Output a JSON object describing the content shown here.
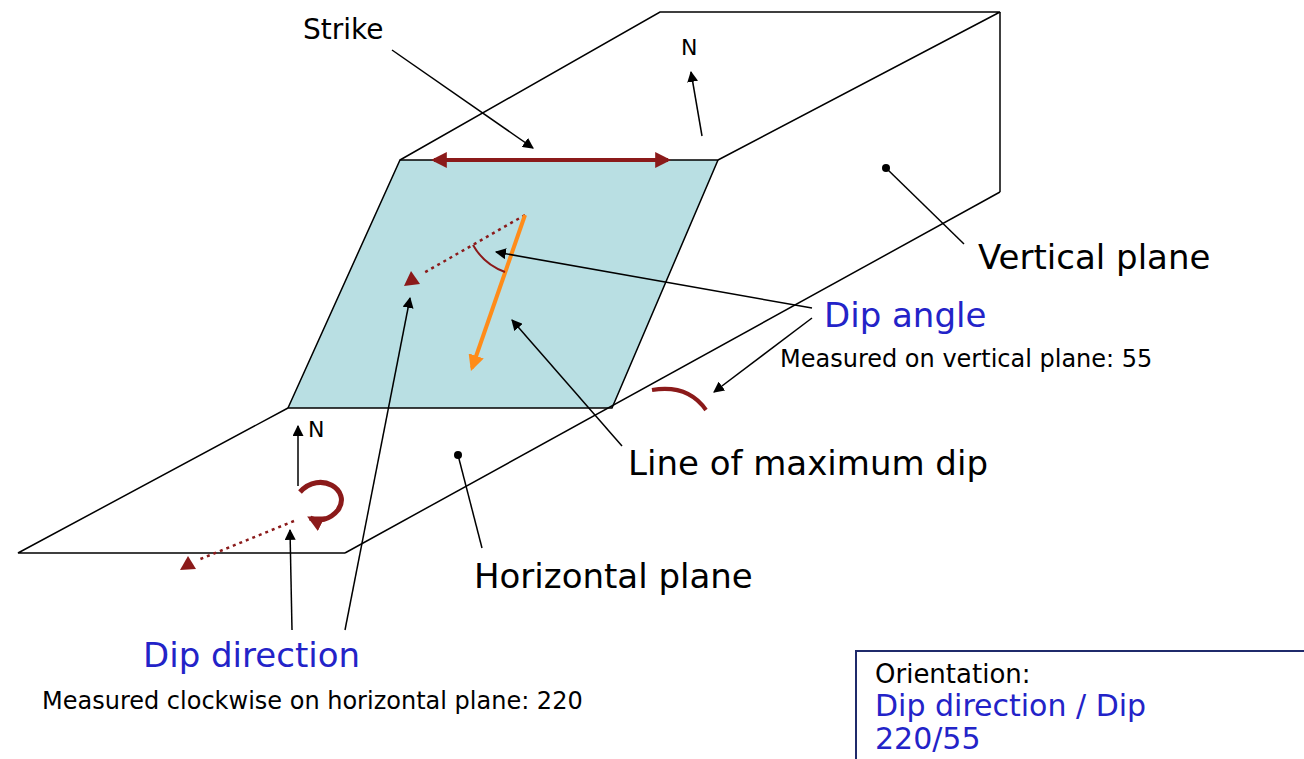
{
  "diagram": {
    "nodes": [
      {
        "text": [
          "Orientation:",
          "Dip direction / Dip",
          "220/55"
        ]
      }
    ],
    "labels": [
      "Strike",
      "N",
      "Vertical plane",
      "Dip angle",
      "Measured on vertical plane: 55",
      "N",
      "Line of maximum dip",
      "Horizontal plane",
      "Dip direction",
      "Measured clockwise on horizontal plane: 220"
    ]
  }
}
